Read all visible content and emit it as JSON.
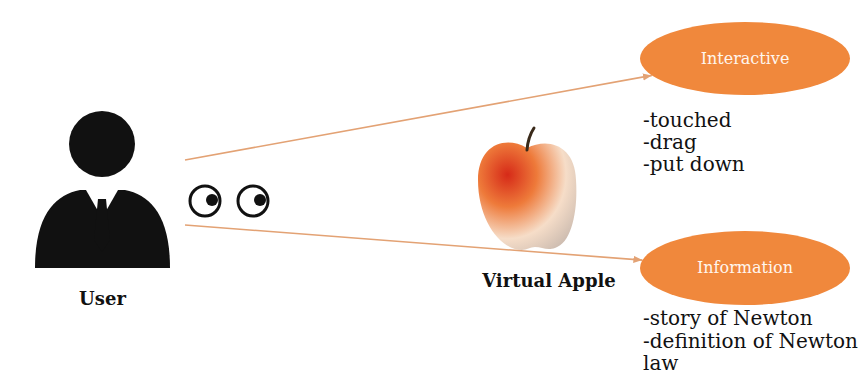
{
  "diagram": {
    "nodes": [
      {
        "text": [
          "User"
        ]
      },
      {
        "text": [
          "Interactive"
        ]
      },
      {
        "text": [
          "Information"
        ]
      }
    ],
    "edges": [
      {
        "from": 0,
        "to": 1,
        "arrow": "to"
      },
      {
        "from": 0,
        "to": 2,
        "arrow": "to"
      }
    ],
    "labels": [
      "Virtual Apple",
      "-touched",
      "-drag",
      "-put down",
      "-story of Newton",
      "-definition of Newton law"
    ]
  }
}
